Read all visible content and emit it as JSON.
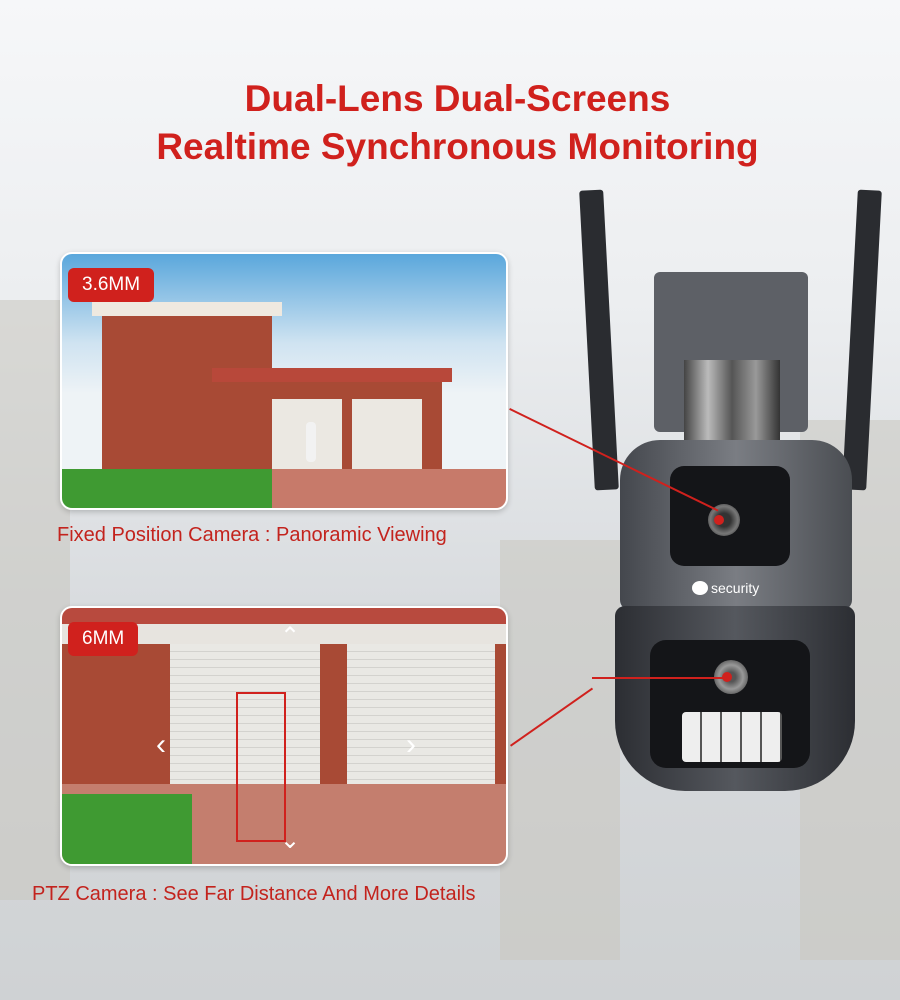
{
  "title": {
    "line1": "Dual-Lens Dual-Screens",
    "line2": "Realtime Synchronous Monitoring"
  },
  "panels": [
    {
      "lens_label": "3.6MM",
      "caption": "Fixed Position Camera : Panoramic Viewing"
    },
    {
      "lens_label": "6MM",
      "caption": "PTZ Camera : See Far Distance And More Details"
    }
  ],
  "camera": {
    "brand": "security"
  },
  "colors": {
    "accent": "#d0211d"
  }
}
